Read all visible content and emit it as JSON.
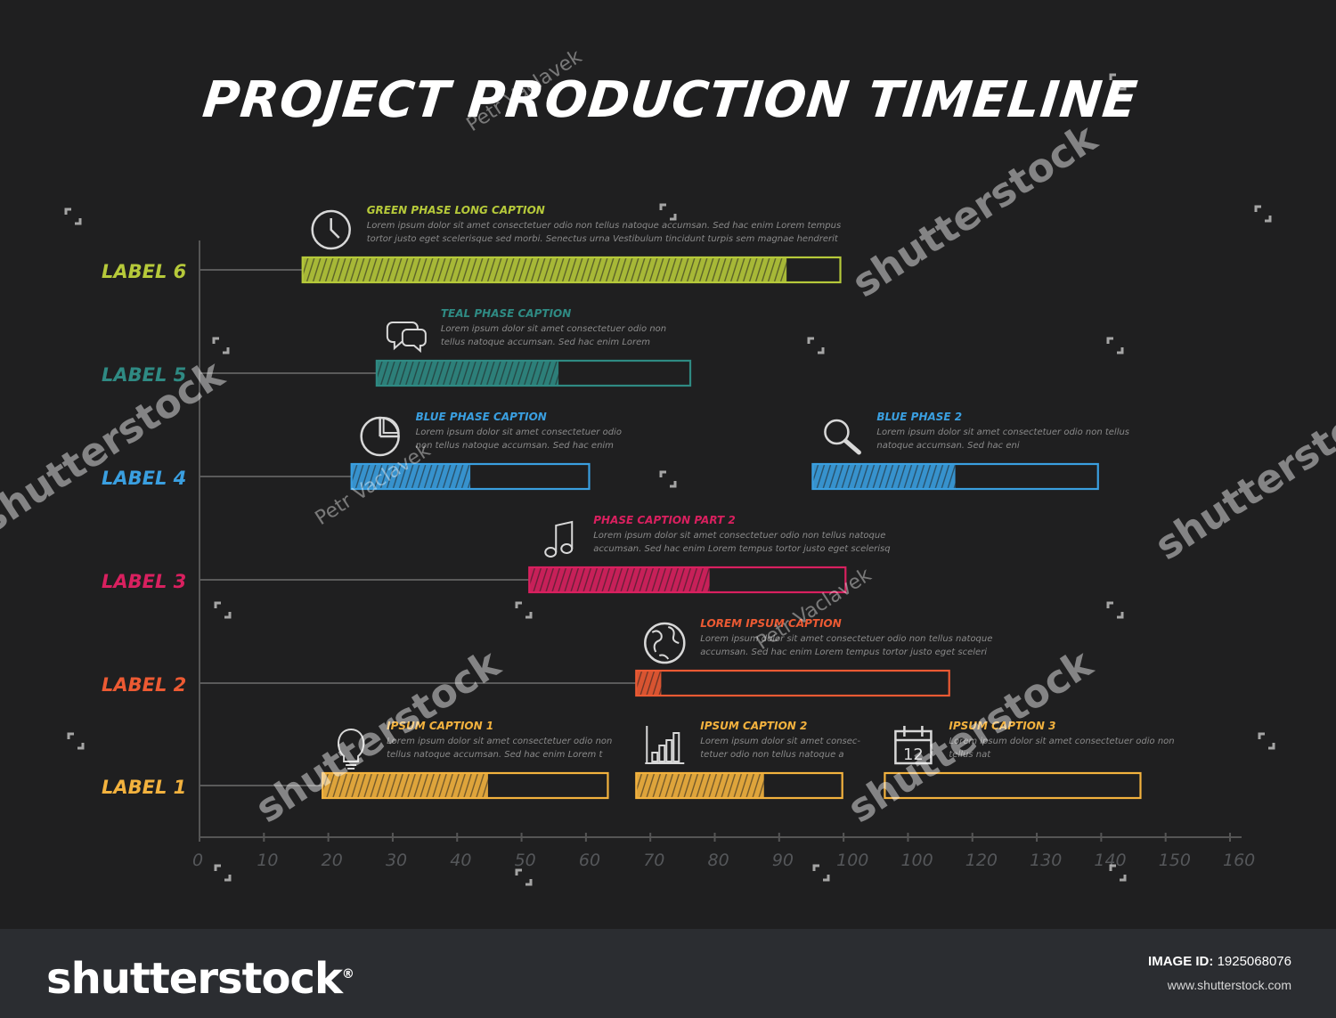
{
  "title": "PROJECT PRODUCTION TIMELINE",
  "colors": {
    "background": "#1f1f20",
    "axis": "#555555",
    "green": "#b6c93a",
    "teal": "#2f8a83",
    "blue": "#3a9fe0",
    "pink": "#d9205f",
    "orange": "#ec5a33",
    "yellow": "#f3b23e"
  },
  "chart_data": {
    "type": "bar",
    "subtype": "gantt",
    "title": "PROJECT PRODUCTION TIMELINE",
    "xlabel": "",
    "ylabel": "",
    "xlim": [
      0,
      160
    ],
    "x_ticks": [
      "0",
      "10",
      "20",
      "30",
      "40",
      "50",
      "60",
      "70",
      "80",
      "90",
      "100",
      "100",
      "120",
      "130",
      "140",
      "150",
      "160"
    ],
    "grid": false,
    "categories": [
      "LABEL 6",
      "LABEL 5",
      "LABEL 4",
      "LABEL 3",
      "LABEL 2",
      "LABEL 1"
    ],
    "rows": [
      {
        "label": "LABEL 6",
        "color": "#b6c93a",
        "bars": [
          {
            "start": 16,
            "end": 99.5,
            "progress": 0.9,
            "icon": "clock-icon",
            "caption": "GREEN PHASE LONG CAPTION",
            "text": [
              "Lorem ipsum dolor sit amet consectetuer odio non tellus natoque accumsan. Sed hac enim Lorem tempus",
              "tortor justo eget scelerisque sed morbi. Senectus urna Vestibulum tincidunt turpis sem magnae hendrerit"
            ]
          }
        ]
      },
      {
        "label": "LABEL 5",
        "color": "#2f8a83",
        "bars": [
          {
            "start": 27.5,
            "end": 76.2,
            "progress": 0.58,
            "icon": "chat-icon",
            "caption": "TEAL PHASE CAPTION",
            "text": [
              "Lorem ipsum dolor sit amet consectetuer odio non",
              "tellus natoque accumsan. Sed hac enim Lorem"
            ]
          }
        ]
      },
      {
        "label": "LABEL 4",
        "color": "#3a9fe0",
        "bars": [
          {
            "start": 23.6,
            "end": 60.5,
            "progress": 0.5,
            "icon": "pie-chart-icon",
            "caption": "BLUE PHASE CAPTION",
            "text": [
              "Lorem ipsum dolor sit amet consectetuer odio",
              "non tellus natoque accumsan. Sed hac enim"
            ]
          },
          {
            "start": 95.2,
            "end": 139.5,
            "progress": 0.5,
            "icon": "magnifier-icon",
            "caption": "BLUE PHASE 2",
            "text": [
              "Lorem ipsum dolor sit amet consectetuer odio non tellus",
              "natoque accumsan. Sed hac eni"
            ]
          }
        ]
      },
      {
        "label": "LABEL 3",
        "color": "#d9205f",
        "bars": [
          {
            "start": 51.2,
            "end": 100.3,
            "progress": 0.57,
            "icon": "music-note-icon",
            "caption": "PHASE CAPTION PART 2",
            "text": [
              "Lorem ipsum dolor sit amet consectetuer odio non tellus natoque",
              "accumsan. Sed hac enim Lorem tempus tortor justo eget scelerisq"
            ]
          }
        ]
      },
      {
        "label": "LABEL 2",
        "color": "#ec5a33",
        "bars": [
          {
            "start": 67.8,
            "end": 116.4,
            "progress": 0.08,
            "icon": "globe-icon",
            "caption": "LOREM IPSUM CAPTION",
            "text": [
              "Lorem ipsum dolor sit amet consectetuer odio non tellus natoque",
              "accumsan. Sed hac enim Lorem tempus tortor justo eget sceleri"
            ]
          }
        ]
      },
      {
        "label": "LABEL 1",
        "color": "#f3b23e",
        "bars": [
          {
            "start": 19.1,
            "end": 63.4,
            "progress": 0.58,
            "icon": "lightbulb-icon",
            "caption": "IPSUM CAPTION 1",
            "text": [
              "Lorem ipsum dolor sit amet consectetuer odio non",
              "tellus natoque accumsan. Sed hac enim Lorem t"
            ]
          },
          {
            "start": 67.8,
            "end": 99.8,
            "progress": 0.62,
            "icon": "bar-chart-icon",
            "caption": "IPSUM CAPTION 2",
            "text": [
              "Lorem ipsum dolor sit amet consec-",
              "tetuer odio non tellus natoque a"
            ]
          },
          {
            "start": 106.4,
            "end": 146.1,
            "progress": 0.0,
            "icon": "calendar-icon",
            "caption": "IPSUM CAPTION 3",
            "text": [
              "Lorem ipsum dolor sit amet consectetuer odio non",
              "tellus nat"
            ]
          }
        ]
      }
    ]
  },
  "calendar_number": "12",
  "watermarks": {
    "brand": "shutterstock",
    "author": "Petr Vaclavek"
  },
  "footer": {
    "brand": "shutterstock",
    "trademark": "®",
    "image_id_label": "IMAGE ID:",
    "image_id": "1925068076",
    "site": "www.shutterstock.com"
  }
}
